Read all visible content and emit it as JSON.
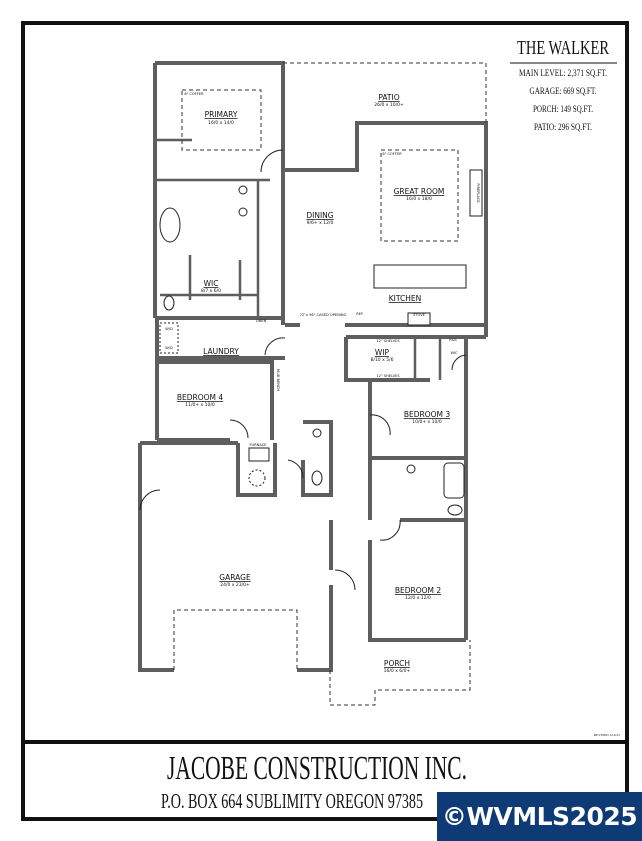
{
  "plan": {
    "title": "THE WALKER",
    "areas": [
      "MAIN LEVEL: 2,371 SQ.FT.",
      "GARAGE: 669 SQ.FT.",
      "PORCH: 149 SQ.FT.",
      "PATIO: 296 SQ.FT."
    ],
    "rooms": {
      "primary": {
        "name": "PRIMARY",
        "dim": "16/0 x 14/0"
      },
      "patio": {
        "name": "PATIO",
        "dim": "26/0 x 10/0+"
      },
      "great_room": {
        "name": "GREAT ROOM",
        "dim": "16/0 x 18/0"
      },
      "dining": {
        "name": "DINING",
        "dim": "9/6+ x 12/0"
      },
      "kitchen": {
        "name": "KITCHEN"
      },
      "wic": {
        "name": "WIC",
        "dim": "8/7 x 6/0"
      },
      "laundry": {
        "name": "LAUNDRY"
      },
      "wip": {
        "name": "WIP",
        "dim": "8/10 x 5/6"
      },
      "bedroom4": {
        "name": "BEDROOM 4",
        "dim": "11/0+ x 10/0"
      },
      "bedroom3": {
        "name": "BEDROOM 3",
        "dim": "10/0+ x 10/0"
      },
      "garage": {
        "name": "GARAGE",
        "dim": "24/0 x 23/0+"
      },
      "bedroom2": {
        "name": "BEDROOM 2",
        "dim": "12/0 x 12/0"
      },
      "porch": {
        "name": "PORCH",
        "dim": "16/0 x 6/0+"
      }
    },
    "notes": {
      "coffer": "8\" COFFER",
      "cased_opening": "72\"x 96\" CASED OPENING",
      "shelves": "12\" SHELVES",
      "linen": "LINEN",
      "wd": "W/D",
      "ref": "REF.",
      "stove": "STOVE",
      "furnace": "FURNACE",
      "rs": "R&S",
      "mud_bench": "MUD BENCH",
      "wic_small": "WIC",
      "fireplace": "FIREPLACE"
    },
    "revised": "REVISED 12.6.25"
  },
  "title_block": {
    "company": "JACOBE CONSTRUCTION INC.",
    "address": "P.O. BOX 664 SUBLIMITY OREGON 97385"
  },
  "watermark": "©WVMLS2025"
}
